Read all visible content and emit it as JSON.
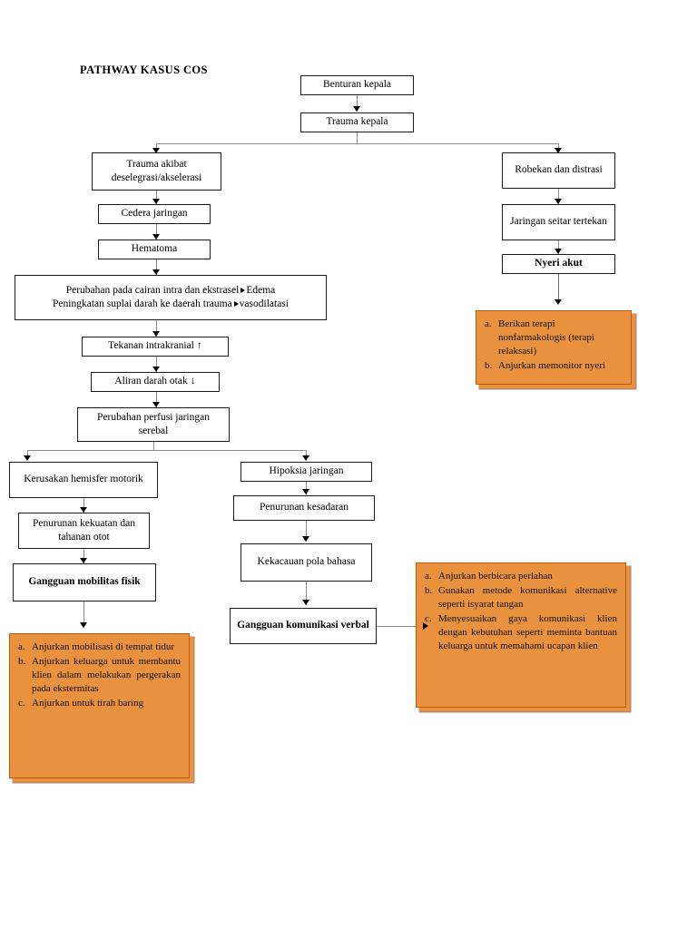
{
  "title": "PATHWAY KASUS COS",
  "nodes": {
    "benturan": "Benturan kepala",
    "trauma_kepala": "Trauma kepala",
    "trauma_akibat": "Trauma akibat deselegrasi/akselerasi",
    "cedera": "Cedera jaringan",
    "hematoma": "Hematoma",
    "perubahan_line1a": "Perubahan pada cairan intra dan ekstrasel",
    "perubahan_line1b": "Edema",
    "perubahan_line2a": "Peningkatan suplai darah ke daerah trauma",
    "perubahan_line2b": "vasodilatasi",
    "tekanan": "Tekanan intrakranial",
    "tekanan_arrow": "↑",
    "aliran": "Aliran darah otak",
    "aliran_arrow": "↓",
    "perfusi": "Perubahan perfusi jaringan serebal",
    "kerusakan": "Kerusakan hemisfer motorik",
    "penurunan_kekuatan": "Penurunan kekuatan dan tahanan otot",
    "mobilitas": "Gangguan mobilitas fisik",
    "hipoksia": "Hipoksia jaringan",
    "penurunan_kesadaran": "Penurunan kesadaran",
    "kekacauan": "Kekacauan pola bahasa",
    "komunikasi": "Gangguan komunikasi verbal",
    "robekan": "Robekan dan distrasi",
    "jaringan_seitar": "Jaringan seitar tertekan",
    "nyeri": "Nyeri akut"
  },
  "interventions": {
    "nyeri_box": {
      "items": [
        {
          "marker": "a.",
          "text": "Berikan terapi nonfarmakologis (terapi relaksasi)"
        },
        {
          "marker": "b.",
          "text": "Anjurkan memonitor nyeri"
        }
      ]
    },
    "mobilitas_box": {
      "items": [
        {
          "marker": "a.",
          "text": "Anjurkan mobilisasi di tempat tidur"
        },
        {
          "marker": "b.",
          "text": "Anjurkan keluarga untuk membantu klien dalam melakukan pergerakan pada ekstermitas"
        },
        {
          "marker": "c.",
          "text": "Anjurkan untuk tirah baring"
        }
      ]
    },
    "komunikasi_box": {
      "items": [
        {
          "marker": "a.",
          "text": "Anjurkan berbicara perlahan"
        },
        {
          "marker": "b.",
          "text": "Gunakan metode komunikasi alternative seperti isyarat tangan"
        },
        {
          "marker": "c.",
          "text": "Menyesuaikan gaya komunikasi klien dengan kebutuhan seperti meminta bantuan keluarga untuk memahami ucapan klien"
        }
      ]
    }
  },
  "colors": {
    "intervention_fill": "#E8913F",
    "intervention_border": "#C05A12",
    "node_border": "#1a1a1a",
    "connector": "#8c8c8c",
    "page_background": "#FFFFFF"
  }
}
